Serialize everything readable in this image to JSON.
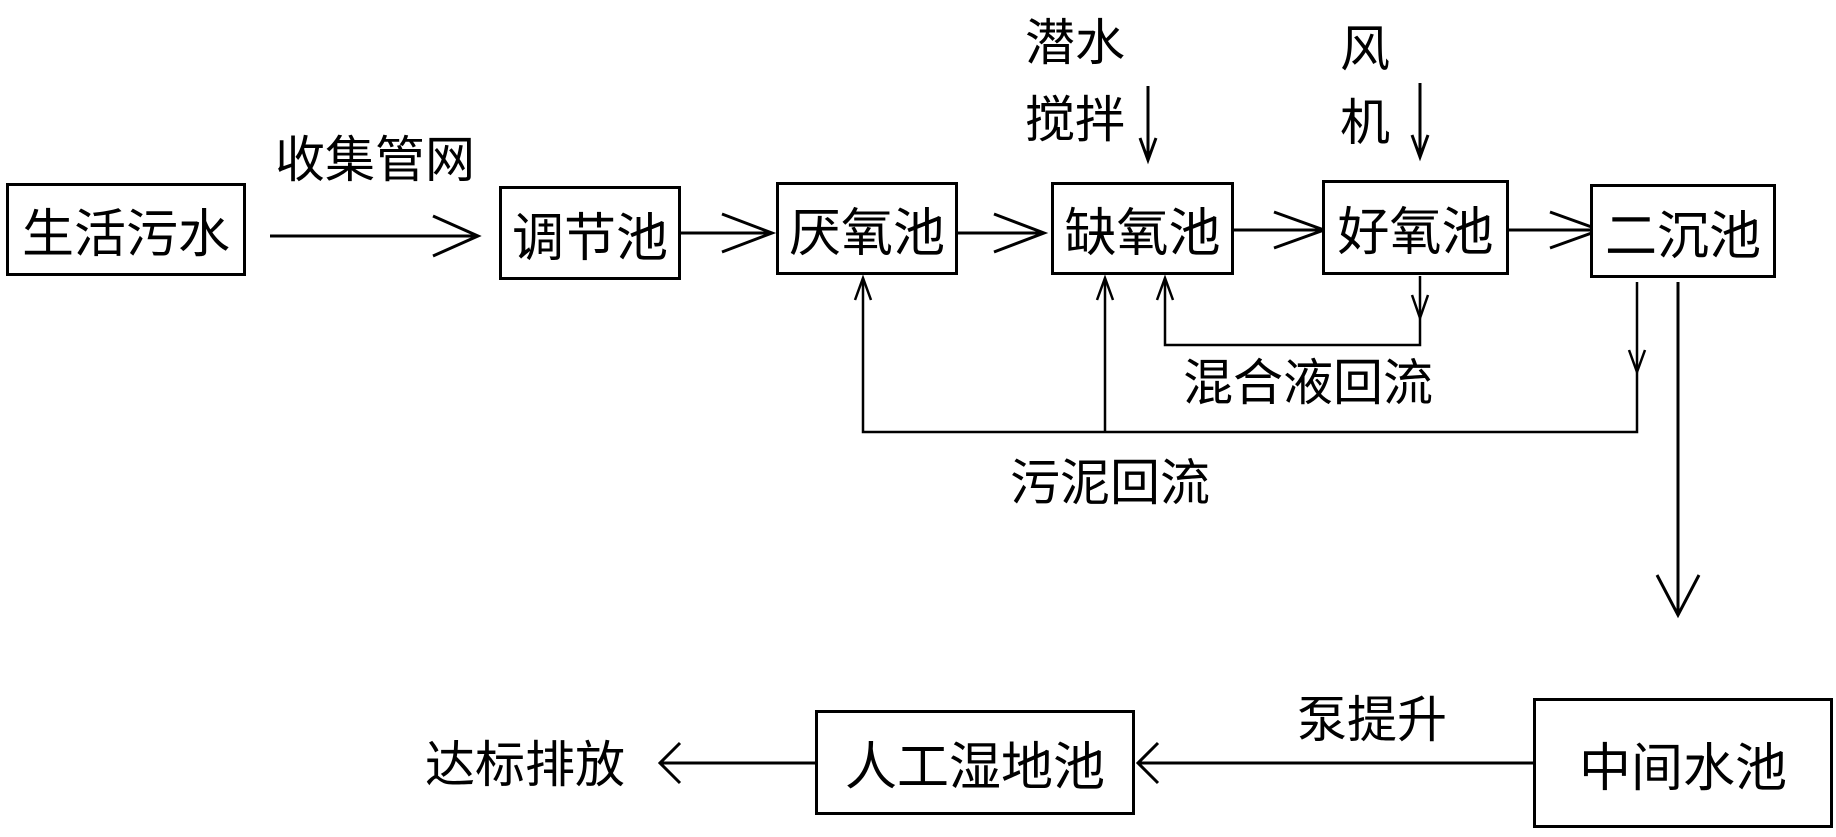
{
  "diagram": {
    "nodes": {
      "domestic_sewage": "生活污水",
      "regulating_tank": "调节池",
      "anaerobic_tank": "厌氧池",
      "anoxic_tank": "缺氧池",
      "aerobic_tank": "好氧池",
      "secondary_clarifier": "二沉池",
      "intermediate_tank": "中间水池",
      "constructed_wetland": "人工湿地池",
      "discharge": "达标排放"
    },
    "edge_labels": {
      "collection_network": "收集管网",
      "submersible_mixing_line1": "潜水",
      "submersible_mixing_line2": "搅拌",
      "blower_line1": "风",
      "blower_line2": "机",
      "mixed_liquor_return": "混合液回流",
      "sludge_return": "污泥回流",
      "pump_lift": "泵提升"
    },
    "flow": [
      [
        "生活污水",
        "调节池"
      ],
      [
        "调节池",
        "厌氧池"
      ],
      [
        "厌氧池",
        "缺氧池"
      ],
      [
        "缺氧池",
        "好氧池"
      ],
      [
        "好氧池",
        "二沉池"
      ],
      [
        "二沉池",
        "中间水池"
      ],
      [
        "中间水池",
        "人工湿地池"
      ],
      [
        "人工湿地池",
        "达标排放"
      ]
    ],
    "returns": [
      {
        "label": "混合液回流",
        "from": "好氧池",
        "to": "缺氧池"
      },
      {
        "label": "污泥回流",
        "from": "二沉池",
        "to": [
          "厌氧池",
          "缺氧池"
        ]
      }
    ]
  }
}
